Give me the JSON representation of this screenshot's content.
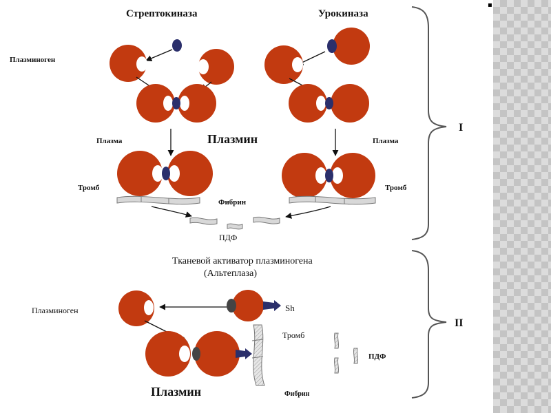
{
  "labels": {
    "streptokinase": "Стрептокиназа",
    "urokinase": "Урокиназа",
    "plasminogen_1": "Плазминоген",
    "plasma_left": "Плазма",
    "plasmin_top": "Плазмин",
    "plasma_right": "Плазма",
    "thrombus_left": "Тромб",
    "fibrin_top": "Фибрин",
    "thrombus_right": "Тромб",
    "fdp_top": "ПДФ",
    "tpa_line1": "Тканевой активатор плазминогена",
    "tpa_line2": "(Альтеплаза)",
    "plasminogen_2": "Плазминоген",
    "sh": "Sh",
    "thrombus_bottom": "Тромб",
    "fdp_bottom": "ПДФ",
    "plasmin_bottom": "Плазмин",
    "fibrin_bottom": "Фибрин",
    "roman_1": "I",
    "roman_2": "II"
  },
  "colors": {
    "lobe": "#c23a10",
    "activator": "#2b2f6b",
    "tpa_knob": "#444444",
    "strand": "#d8d8d8"
  },
  "icons": [
    "arrow",
    "brace",
    "fibrin-strand",
    "fdp-fragment",
    "plasminogen-molecule"
  ]
}
